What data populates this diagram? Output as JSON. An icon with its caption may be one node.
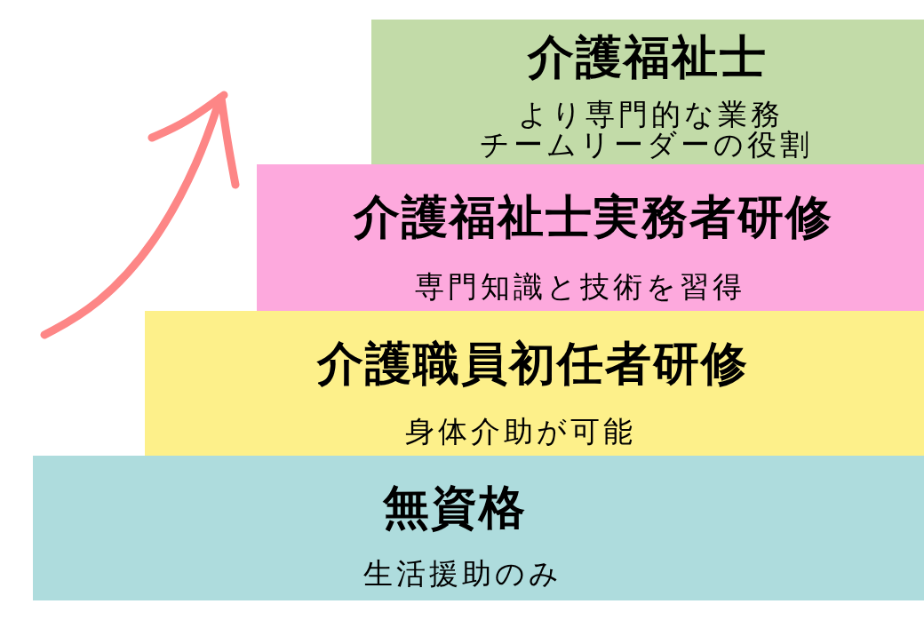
{
  "diagram": {
    "nodes": [
      {
        "text": [
          "介護福祉士",
          "より専門的な業務",
          "チームリーダーの役割"
        ]
      },
      {
        "text": [
          "介護福祉士実務者研修",
          "専門知識と技術を習得"
        ]
      },
      {
        "text": [
          "介護職員初任者研修",
          "身体介助が可能"
        ]
      },
      {
        "text": [
          "無資格",
          "生活援助のみ"
        ]
      }
    ]
  }
}
